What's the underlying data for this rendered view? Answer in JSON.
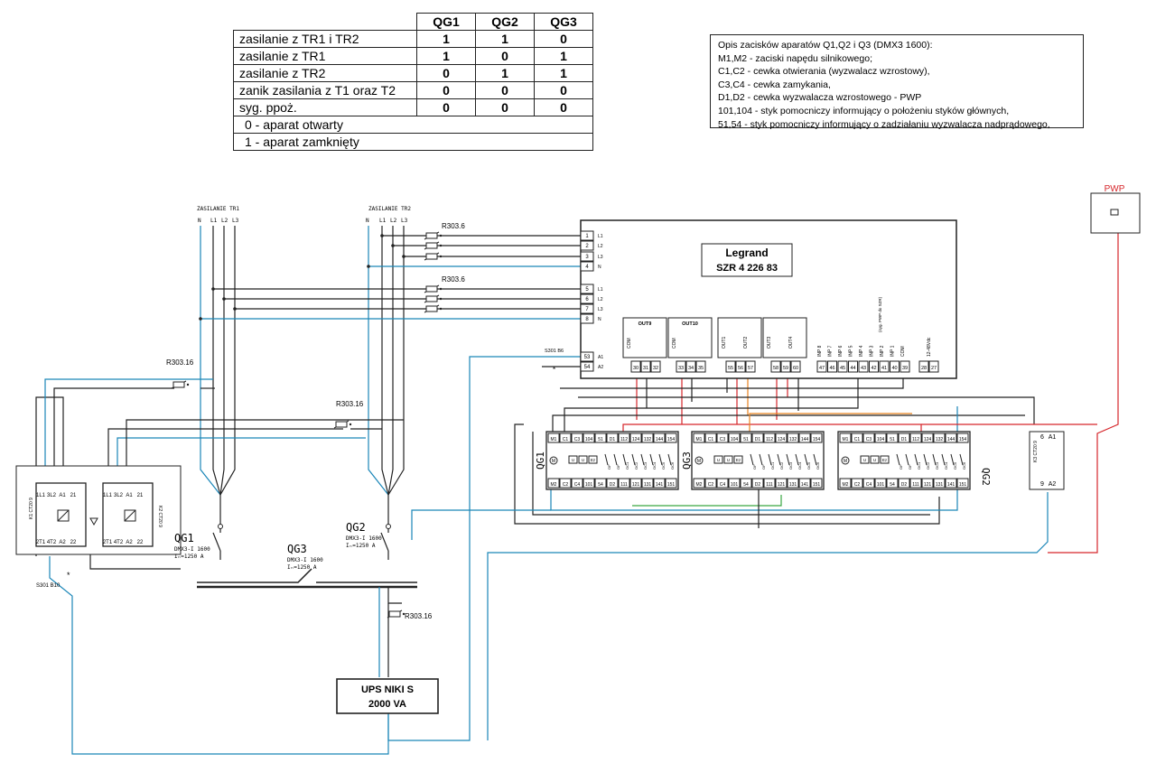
{
  "truth_table": {
    "headers": [
      "",
      "QG1",
      "QG2",
      "QG3"
    ],
    "rows": [
      {
        "label": "zasilanie z TR1 i TR2",
        "v": [
          "1",
          "1",
          "0"
        ]
      },
      {
        "label": "zasilanie z TR1",
        "v": [
          "1",
          "0",
          "1"
        ]
      },
      {
        "label": "zasilanie z TR2",
        "v": [
          "0",
          "1",
          "1"
        ]
      },
      {
        "label": "zanik zasilania z T1 oraz T2",
        "v": [
          "0",
          "0",
          "0"
        ]
      },
      {
        "label": "syg. ppoż.",
        "v": [
          "0",
          "0",
          "0"
        ]
      }
    ],
    "legend": [
      "0 - aparat otwarty",
      "1 - aparat zamknięty"
    ]
  },
  "notes": {
    "title": "Opis zacisków aparatów Q1,Q2 i Q3 (DMX3 1600):",
    "lines": [
      "M1,M2 - zaciski napędu silnikowego;",
      "C1,C2 - cewka otwierania (wyzwalacz wzrostowy),",
      "C3,C4 - cewka zamykania,",
      "D1,D2 - cewka wyzwalacza wzrostowego - PWP",
      "101,104 - styk pomocniczy informujący o położeniu styków głównych,",
      "51,54 - styk pomocniczy informujący o zadziałaniu wyzwalacza nadprądowego,"
    ]
  },
  "supply": {
    "tr1_label": "ZASILANIE TR1",
    "tr2_label": "ZASILANIE TR2",
    "phases": [
      "N",
      "L1",
      "L2",
      "L3"
    ]
  },
  "szr": {
    "brand": "Legrand",
    "model": "SZR 4 226 83",
    "left_terminals": [
      "1",
      "2",
      "3",
      "4",
      "5",
      "6",
      "7",
      "8"
    ],
    "left_labels": [
      "L1",
      "L2",
      "L3",
      "N",
      "L1",
      "L2",
      "L3",
      "N"
    ],
    "coil_terminals": [
      "53",
      "54"
    ],
    "coil_labels": [
      "A1",
      "A2"
    ],
    "coil_breaker": "S301 B6",
    "outputs": [
      {
        "name": "OUT9",
        "labels": [
          "COM"
        ],
        "terms": [
          "30",
          "31",
          "32"
        ]
      },
      {
        "name": "OUT10",
        "labels": [
          "COM"
        ],
        "terms": [
          "33",
          "34",
          "35"
        ]
      },
      {
        "name": "",
        "labels": [
          "OUT1",
          "OUT2"
        ],
        "terms": [
          "55",
          "56",
          "57"
        ]
      },
      {
        "name": "",
        "labels": [
          "OUT3",
          "OUT4"
        ],
        "terms": [
          "58",
          "59",
          "60"
        ]
      }
    ],
    "inputs": {
      "labels": [
        "INP 8",
        "INP 7",
        "INP 6",
        "INP 5",
        "INP 4",
        "INP 3",
        "INP 2",
        "INP 1",
        "COM"
      ],
      "terms": [
        "47",
        "46",
        "45",
        "44",
        "43",
        "42",
        "41",
        "40",
        "39"
      ],
      "pwp_note": "(syg. PWP do SZR)"
    },
    "power_label": "12-48Vdc",
    "power_terms": [
      "28",
      "27"
    ]
  },
  "fuses": {
    "r1": "R303.6",
    "r2": "R303.6",
    "r3": "R303.16",
    "r4": "R303.16",
    "r5": "R303.16"
  },
  "breakers": [
    {
      "name": "QG1",
      "type": "DMX3-I 1600",
      "rating": "Iₙ=1250 A"
    },
    {
      "name": "QG3",
      "type": "DMX3-I 1600",
      "rating": "Iₙ=1250 A"
    },
    {
      "name": "QG2",
      "type": "DMX3-I 1600",
      "rating": "Iₙ=1250 A"
    }
  ],
  "terminal_block": {
    "top": [
      "M1",
      "C1",
      "C3",
      "104",
      "51",
      "D1",
      "112",
      "124",
      "132",
      "144",
      "154"
    ],
    "bottom": [
      "M2",
      "C2",
      "C4",
      "101",
      "54",
      "D2",
      "111",
      "121",
      "131",
      "141",
      "151"
    ],
    "aux": [
      "OF",
      "OF",
      "OC1",
      "OC2",
      "OC3",
      "OC4",
      "OC5",
      "OC6"
    ],
    "mid": [
      "M",
      "U",
      "U",
      "Ez"
    ]
  },
  "relays": {
    "k1": "K1 CT20 9",
    "k2": "K2 CT20 9",
    "top": [
      "1L1",
      "3L2",
      "A1",
      "21"
    ],
    "bottom": [
      "2T1",
      "4T2",
      "A2",
      "22"
    ],
    "breaker": "S301 B10",
    "k3": "K3 CT20 9",
    "k3_top": [
      "6",
      "A1"
    ],
    "k3_bottom": [
      "9",
      "A2"
    ]
  },
  "pwp_label": "PWP",
  "ups": {
    "line1": "UPS NIKI S",
    "line2": "2000 VA"
  },
  "colors": {
    "blue": "#1a86b8",
    "red": "#d6262b",
    "orange": "#e8821e",
    "green": "#3aa642",
    "wire": "#222222"
  }
}
